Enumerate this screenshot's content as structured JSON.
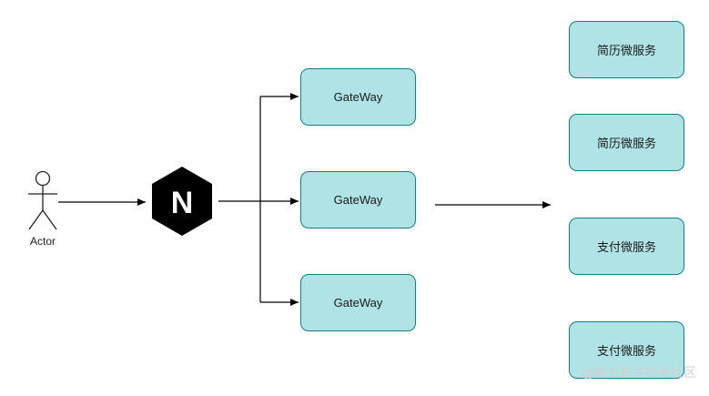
{
  "actor": {
    "label": "Actor"
  },
  "proxy": {
    "letter": "N",
    "icon": "nginx-hexagon-icon"
  },
  "gateways": [
    {
      "label": "GateWay"
    },
    {
      "label": "GateWay"
    },
    {
      "label": "GateWay"
    }
  ],
  "services": [
    {
      "label": "简历微服务"
    },
    {
      "label": "简历微服务"
    },
    {
      "label": "支付微服务"
    },
    {
      "label": "支付微服务"
    }
  ],
  "watermark": "@稀土掘金技术社区",
  "colors": {
    "node_fill": "#b0e3e6",
    "node_stroke": "#0e8088",
    "edge": "#000000",
    "proxy_fill": "#000000",
    "proxy_text": "#ffffff"
  }
}
